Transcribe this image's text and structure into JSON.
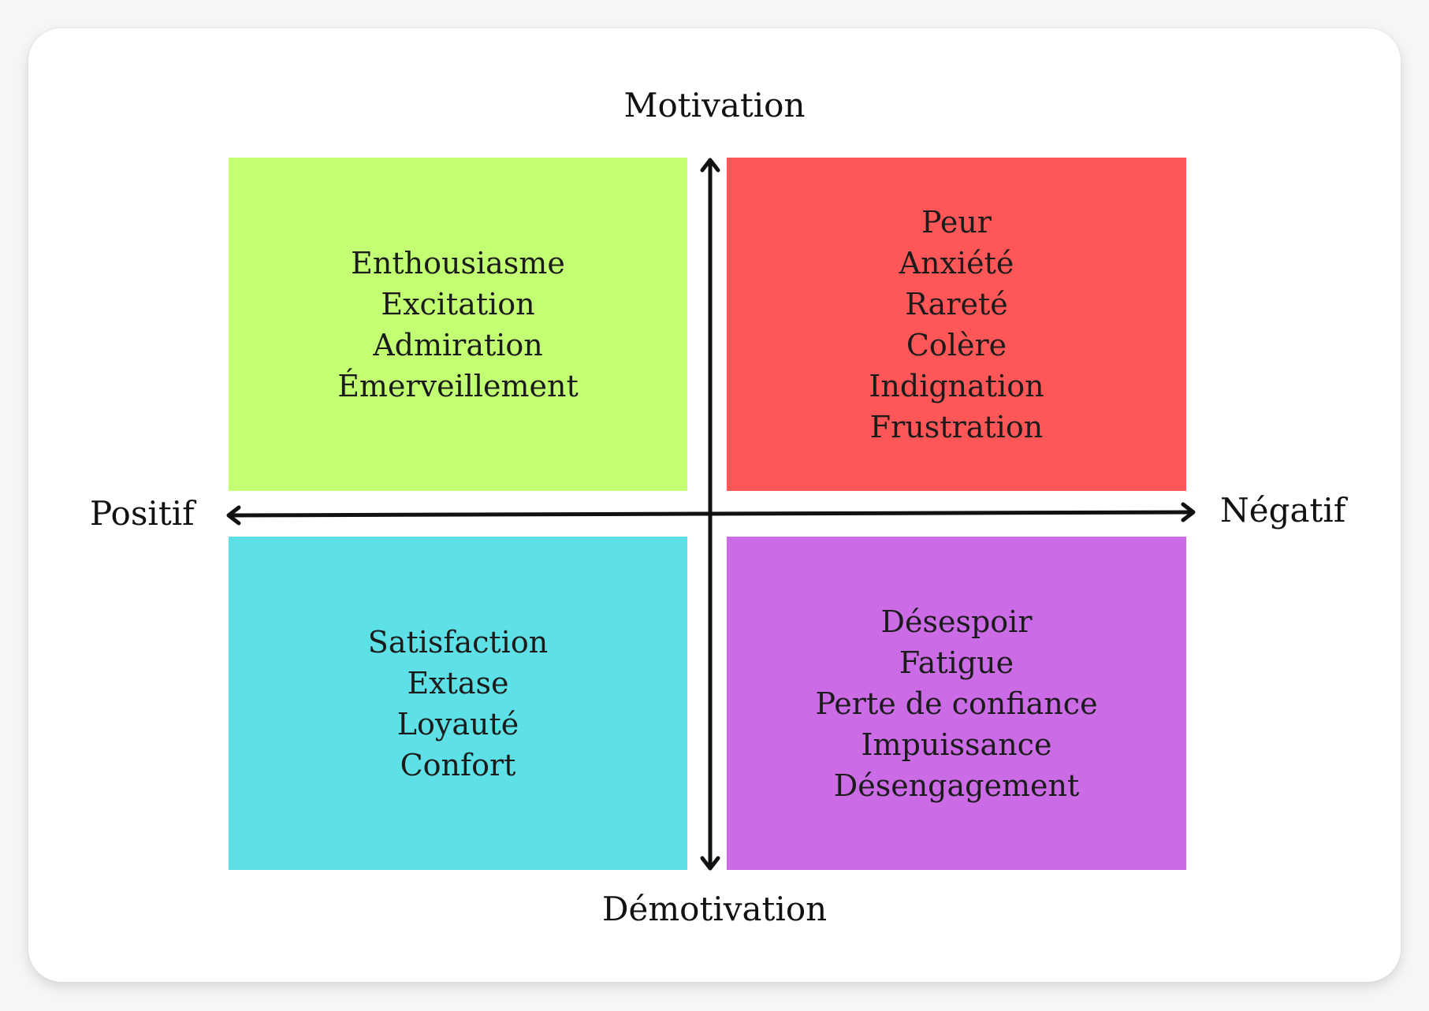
{
  "colors": {
    "top_left": "#c2ff72",
    "top_right": "#ff5757",
    "bottom_left": "#5ee1e6",
    "bottom_right": "#cb6ce6",
    "axis": "#111111"
  },
  "axes": {
    "top": "Motivation",
    "bottom": "Démotivation",
    "left": "Positif",
    "right": "Négatif"
  },
  "quadrants": {
    "top_left": [
      "Enthousiasme",
      "Excitation",
      "Admiration",
      "Émerveillement"
    ],
    "top_right": [
      "Peur",
      "Anxiété",
      "Rareté",
      "Colère",
      "Indignation",
      "Frustration"
    ],
    "bottom_left": [
      "Satisfaction",
      "Extase",
      "Loyauté",
      "Confort"
    ],
    "bottom_right": [
      "Désespoir",
      "Fatigue",
      "Perte de confiance",
      "Impuissance",
      "Désengagement"
    ]
  }
}
